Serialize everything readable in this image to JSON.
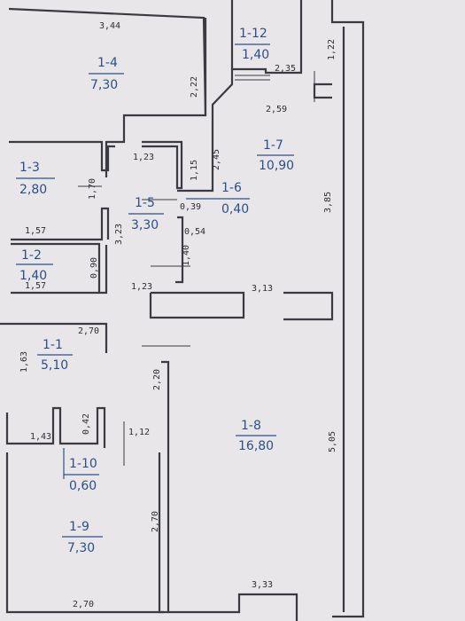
{
  "plan": {
    "rooms": [
      {
        "id": "1-1",
        "area": "5,10"
      },
      {
        "id": "1-2",
        "area": "1,40"
      },
      {
        "id": "1-3",
        "area": "2,80"
      },
      {
        "id": "1-4",
        "area": "7,30"
      },
      {
        "id": "1-5",
        "area": "3,30"
      },
      {
        "id": "1-6",
        "area": "0,40"
      },
      {
        "id": "1-7",
        "area": "10,90"
      },
      {
        "id": "1-8",
        "area": "16,80"
      },
      {
        "id": "1-9",
        "area": "7,30"
      },
      {
        "id": "1-10",
        "area": "0,60"
      },
      {
        "id": "1-12",
        "area": "1,40"
      }
    ],
    "dimensions": [
      "3,44",
      "2,22",
      "1,22",
      "2,35",
      "2,59",
      "2,45",
      "1,23",
      "1,70",
      "1,15",
      "0,39",
      "0,54",
      "1,57",
      "3,23",
      "1,40",
      "0,90",
      "1,57",
      "1,23",
      "3,13",
      "3,85",
      "2,70",
      "1,63",
      "2,20",
      "0,42",
      "1,43",
      "1,12",
      "5,05",
      "2,70",
      "3,33",
      "2,70"
    ]
  }
}
